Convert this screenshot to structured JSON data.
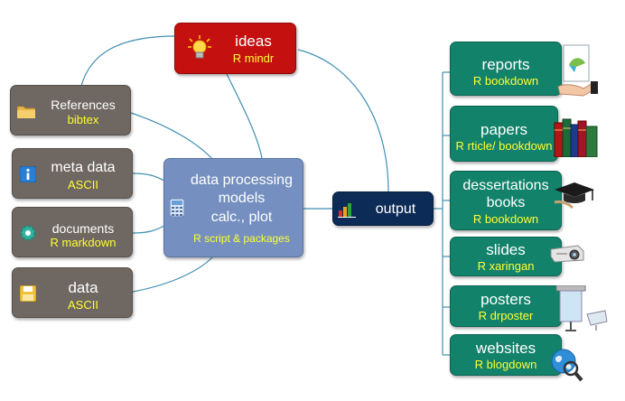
{
  "central": {
    "title": "data processing\nmodels\ncalc., plot",
    "sub": "R script & packages"
  },
  "ideas": {
    "title": "ideas",
    "sub": "R mindr"
  },
  "output": {
    "title": "output"
  },
  "inputs": [
    {
      "title": "References",
      "sub": "bibtex",
      "icon": "folder-icon"
    },
    {
      "title": "meta data",
      "sub": "ASCII",
      "icon": "info-icon"
    },
    {
      "title": "documents",
      "sub": "R markdown",
      "icon": "gear-icon"
    },
    {
      "title": "data",
      "sub": "ASCII",
      "icon": "floppy-disk-icon"
    }
  ],
  "outputs": [
    {
      "title": "reports",
      "sub": "R bookdown",
      "icon": "report-hand-icon"
    },
    {
      "title": "papers",
      "sub": "R rticle/ bookdown",
      "icon": "books-icon"
    },
    {
      "title": "dessertations\nbooks",
      "sub": "R bookdown",
      "icon": "graduation-cap-icon"
    },
    {
      "title": "slides",
      "sub": "R xaringan",
      "icon": "projector-icon"
    },
    {
      "title": "posters",
      "sub": "R drposter",
      "icon": "projection-screen-icon"
    },
    {
      "title": "websites",
      "sub": "R blogdown",
      "icon": "globe-search-icon"
    }
  ],
  "colors": {
    "ideas": "#c4100f",
    "central": "#7590c0",
    "output": "#0d2b57",
    "inputs": "#6e6762",
    "outputs": "#12826b",
    "link": "#3f8fb0",
    "subtext": "#ffff33"
  }
}
